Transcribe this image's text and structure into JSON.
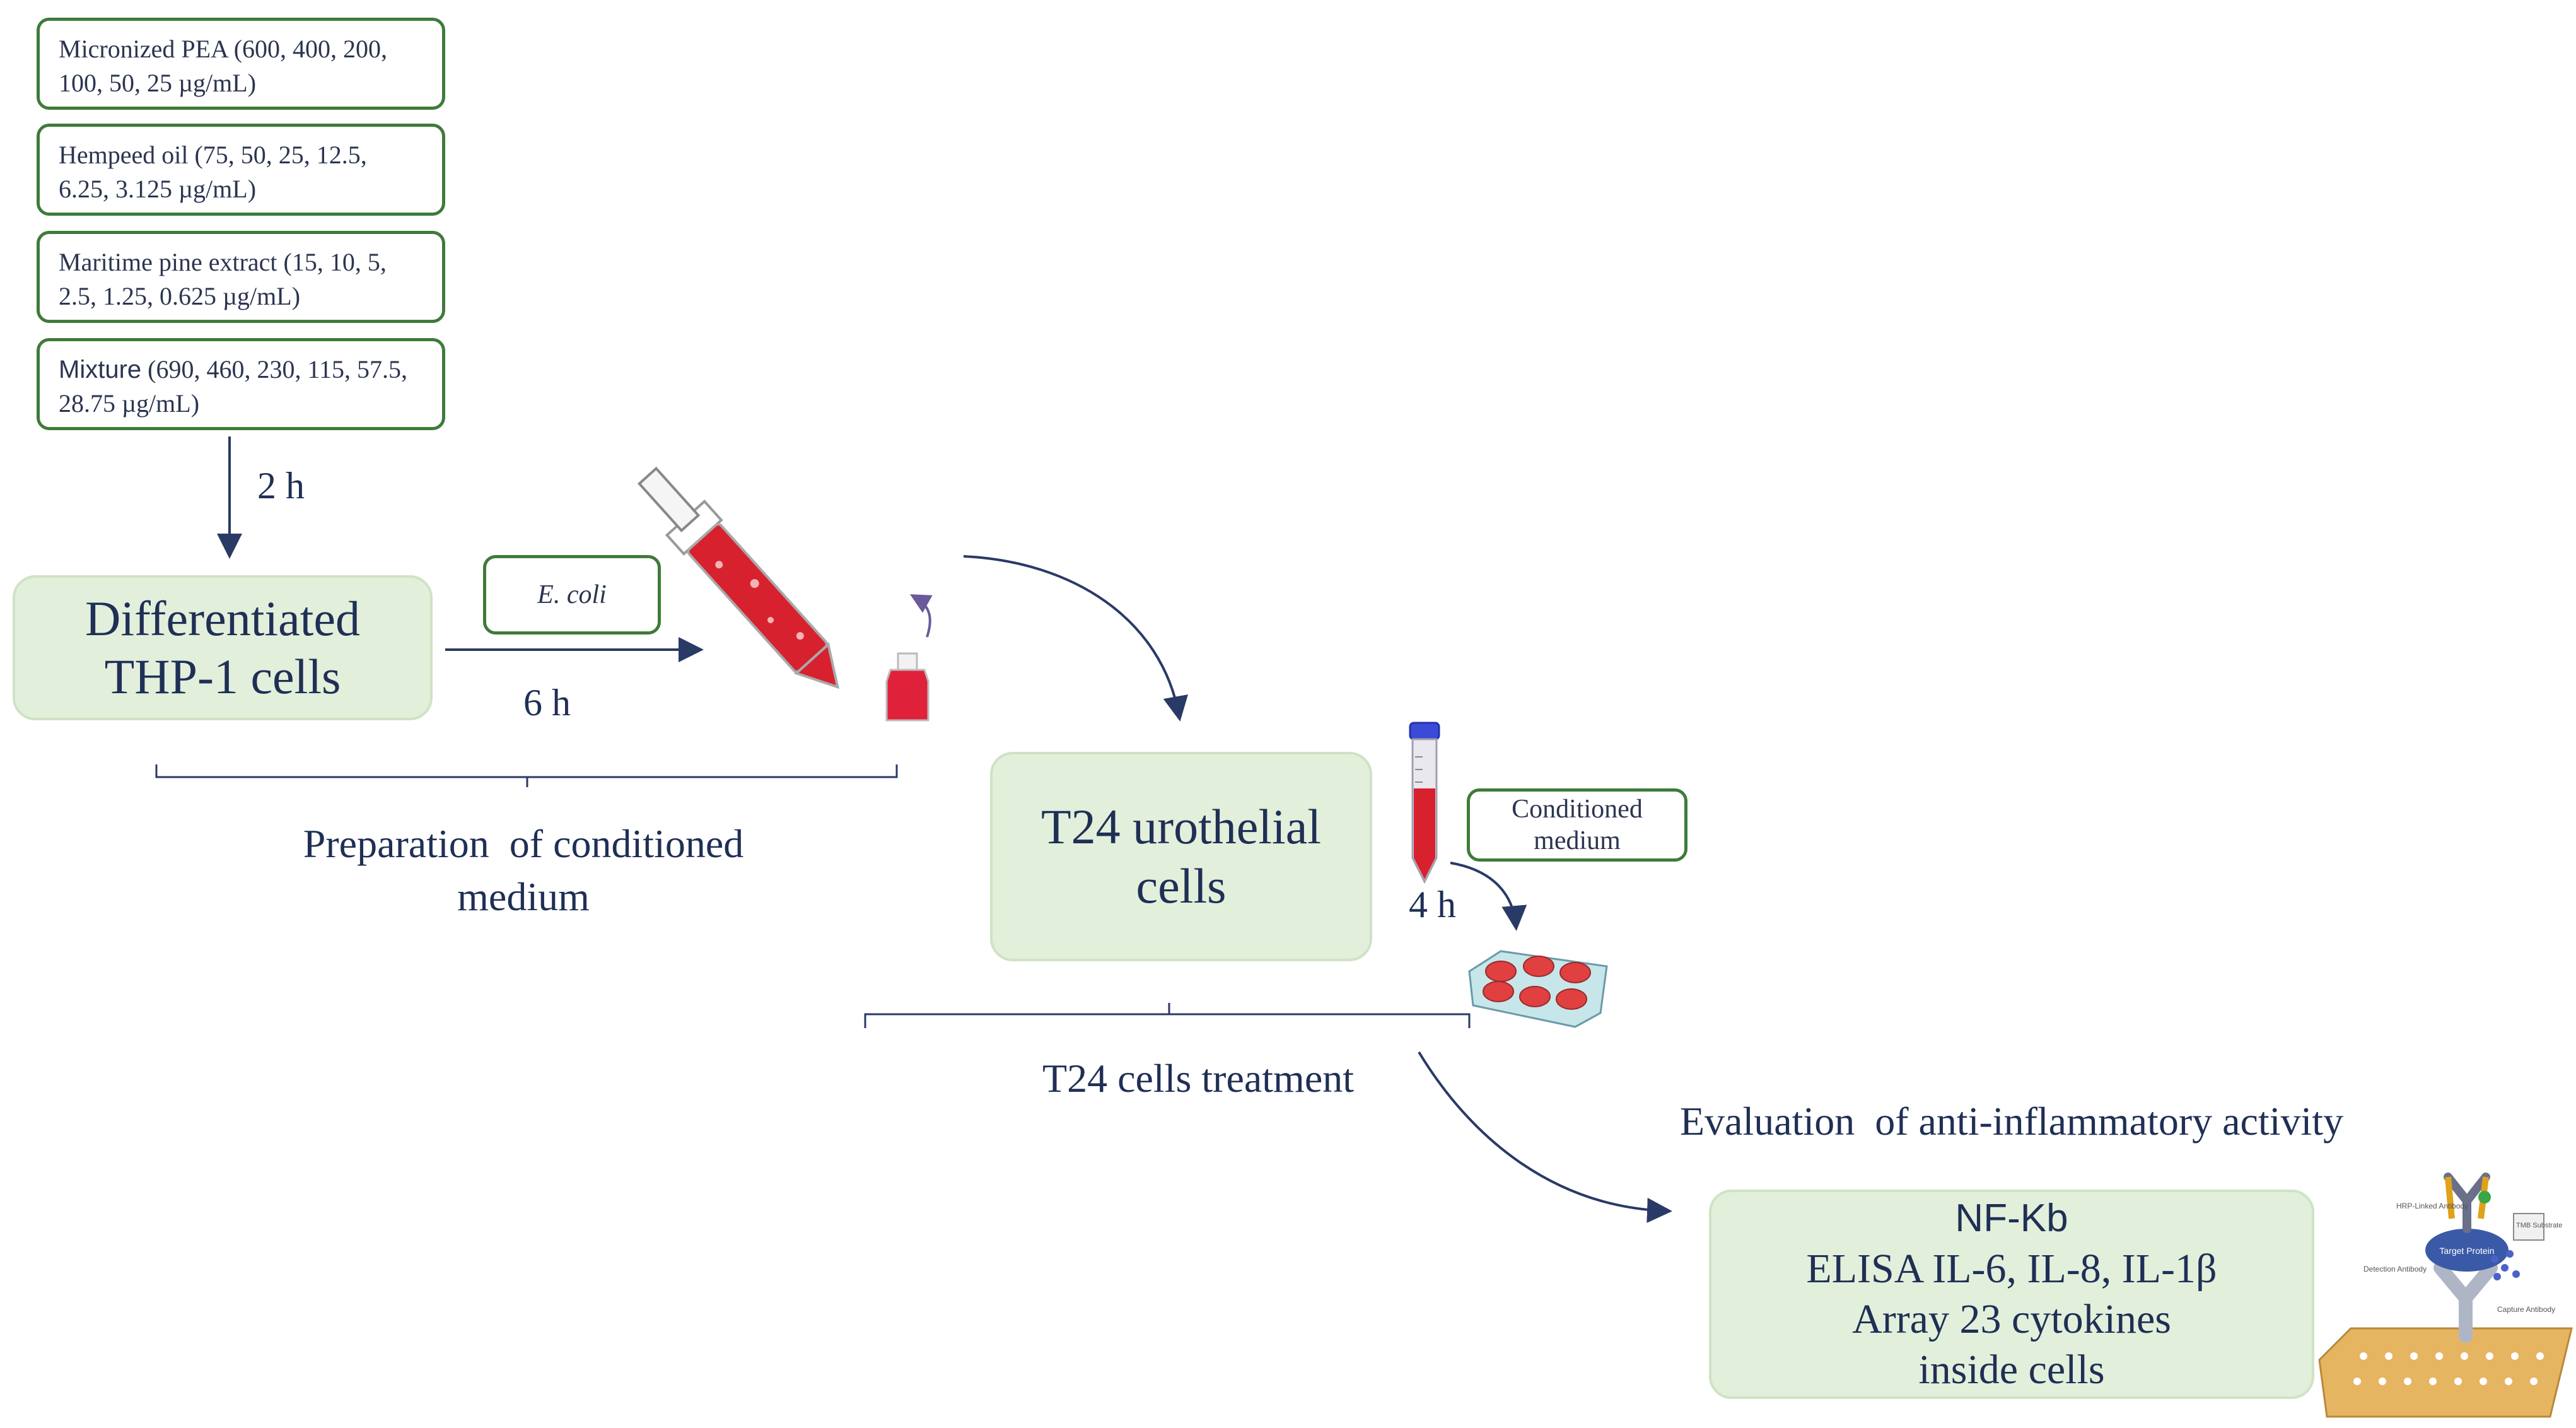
{
  "treatments": [
    {
      "name_sans": "",
      "text": "Micronized PEA (600, 400, 200, 100, 50, 25 µg/mL)"
    },
    {
      "name_sans": "",
      "text": "Hempeed oil (75, 50, 25, 12.5, 6.25, 3.125 µg/mL)"
    },
    {
      "name_sans": "",
      "text": "Maritime pine extract (15, 10, 5, 2.5, 1.25, 0.625 µg/mL)"
    },
    {
      "name_sans": "Mixture",
      "text": " (690, 460, 230, 115, 57.5, 28.75 µg/mL)"
    }
  ],
  "arrow_2h_label": "2 h",
  "thp1": {
    "line1": "Differentiated",
    "line2": "THP-1 cells"
  },
  "ecoli_label": "E. coli",
  "arrow_6h_label": "6 h",
  "preparation_caption": {
    "line1": "Preparation  of conditioned",
    "line2": "medium"
  },
  "t24": {
    "line1": "T24 urothelial",
    "line2": "cells"
  },
  "conditioned_medium": {
    "line1": "Conditioned",
    "line2": "medium"
  },
  "arrow_4h_label": "4 h",
  "t24_treatment_caption": "T24 cells treatment",
  "evaluation_title": "Evaluation  of anti-inflammatory activity",
  "results": {
    "line1": "NF-Kb",
    "line2": "ELISA IL-6, IL-8, IL-1β",
    "line3": "Array 23 cytokines",
    "line4": "inside cells"
  },
  "elisa_figure": {
    "hrp_label": "HRP-Linked Antibody",
    "tmb_label": "TMB Substrate",
    "detection_label": "Detection Antibody",
    "target_label": "Target Protein",
    "capture_label": "Capture Antibody"
  },
  "colors": {
    "box_border": "#3f7a3a",
    "green_fill": "#e2efdb",
    "text": "#1f2f55",
    "arrow": "#2a3a66",
    "red": "#d8212f"
  }
}
